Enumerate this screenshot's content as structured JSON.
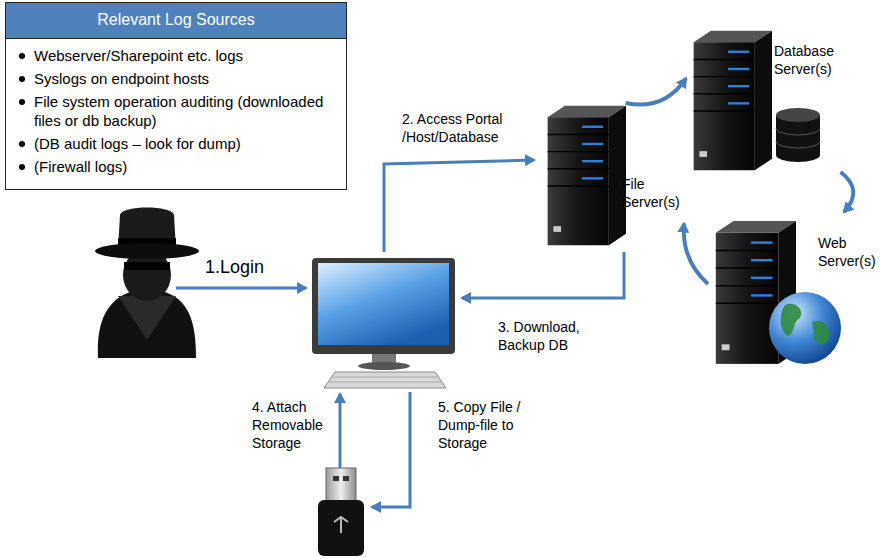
{
  "diagram": {
    "nodes": [
      {
        "text": [
          "Relevant Log Sources",
          "Webserver/Sharepoint etc. logs",
          "Syslogs on endpoint hosts",
          "File system operation auditing (downloaded files or db backup)",
          "(DB audit logs – look for dump)",
          "(Firewall logs)"
        ]
      },
      {
        "text": [
          "File Server(s)"
        ]
      },
      {
        "text": [
          "Database Server(s)"
        ]
      },
      {
        "text": [
          "Web Server(s)"
        ]
      }
    ],
    "edges": [
      {
        "from": 1,
        "to": 2,
        "arrow": "to"
      },
      {
        "from": 2,
        "to": 3,
        "arrow": "to"
      },
      {
        "from": 3,
        "to": 1,
        "arrow": "to"
      }
    ],
    "labels": [
      "1.Login",
      "2. Access Portal /Host/Database",
      "3. Download, Backup DB",
      "4. Attach Removable Storage",
      "5. Copy File / Dump-file to Storage"
    ]
  }
}
